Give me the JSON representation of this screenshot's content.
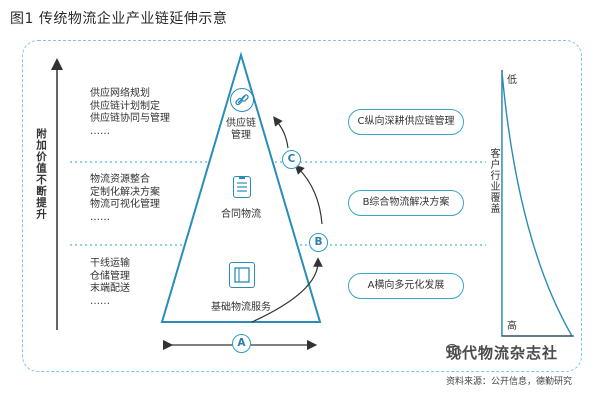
{
  "title": "图1  传统物流企业产业链延伸示意",
  "y_axis_label": "附加价值不断提升",
  "right_axis_label": "客户行业覆盖",
  "right_axis_top": "低",
  "right_axis_bottom": "高",
  "tiers": [
    {
      "items": [
        "供应网络规划",
        "供应链计划制定",
        "供应链协同与管理",
        "……"
      ],
      "label": "供应链\n管理",
      "icon": "link-icon"
    },
    {
      "items": [
        "物流资源整合",
        "定制化解决方案",
        "物流可视化管理",
        "……"
      ],
      "label": "合同物流",
      "icon": "clipboard-icon"
    },
    {
      "items": [
        "干线运输",
        "仓储管理",
        "末端配送",
        "……"
      ],
      "label": "基础物流服务",
      "icon": "box-icon"
    }
  ],
  "directions": [
    {
      "letter": "C",
      "text": "C纵向深耕供应链管理"
    },
    {
      "letter": "B",
      "text": "B综合物流解决方案"
    },
    {
      "letter": "A",
      "text": "A横向多元化发展"
    }
  ],
  "watermark": "现代物流杂志社",
  "source": "资料来源：公开信息，德勤研究",
  "colors": {
    "accent": "#2f9bc2",
    "frame": "#7fc8dc",
    "dotted": "#4fb6d4"
  }
}
